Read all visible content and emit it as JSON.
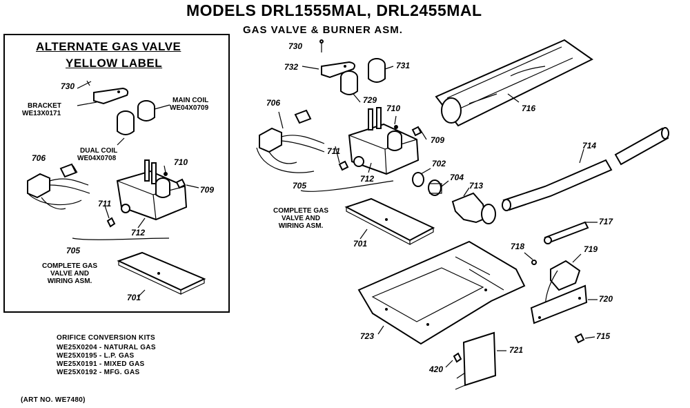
{
  "header": {
    "title": "MODELS DRL1555MAL, DRL2455MAL",
    "subtitle": "GAS VALVE & BURNER ASM."
  },
  "inset": {
    "title_line1": "ALTERNATE GAS VALVE",
    "title_line2": "YELLOW LABEL",
    "bracket_label": "BRACKET",
    "bracket_part": "WE13X0171",
    "main_coil_label": "MAIN COIL",
    "main_coil_part": "WE04X0709",
    "dual_coil_label": "DUAL COIL",
    "dual_coil_part": "WE04X0708",
    "complete_label_1": "COMPLETE GAS",
    "complete_label_2": "VALVE AND",
    "complete_label_3": "WIRING ASM.",
    "callouts": {
      "c730": "730",
      "c706": "706",
      "c710": "710",
      "c709": "709",
      "c711": "711",
      "c712": "712",
      "c705": "705",
      "c701": "701"
    }
  },
  "main": {
    "complete_label_1": "COMPLETE GAS",
    "complete_label_2": "VALVE AND",
    "complete_label_3": "WIRING ASM.",
    "callouts": {
      "c730": "730",
      "c732": "732",
      "c731": "731",
      "c729": "729",
      "c716": "716",
      "c706": "706",
      "c710": "710",
      "c709": "709",
      "c711": "711",
      "c712": "712",
      "c702": "702",
      "c704": "704",
      "c713": "713",
      "c714": "714",
      "c705": "705",
      "c701": "701",
      "c717": "717",
      "c718": "718",
      "c719": "719",
      "c720": "720",
      "c723": "723",
      "c715": "715",
      "c721": "721",
      "c420": "420"
    }
  },
  "kits": {
    "heading": "ORIFICE CONVERSION KITS",
    "items": [
      "WE25X0204 - NATURAL GAS",
      "WE25X0195 - L.P. GAS",
      "WE25X0191 - MIXED GAS",
      "WE25X0192 - MFG. GAS"
    ]
  },
  "footer": {
    "art_no": "(ART NO. WE7480)"
  }
}
